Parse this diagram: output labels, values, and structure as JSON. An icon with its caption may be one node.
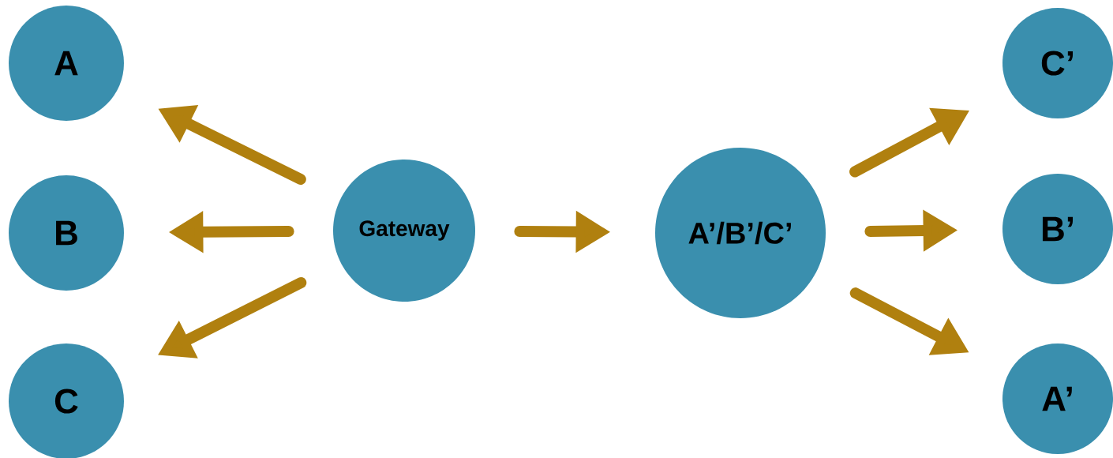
{
  "diagram": {
    "nodes": [
      {
        "text": [
          "A"
        ]
      },
      {
        "text": [
          "B"
        ]
      },
      {
        "text": [
          "C"
        ]
      },
      {
        "text": [
          "Gateway"
        ]
      },
      {
        "text": [
          "A’/B’/C’"
        ]
      },
      {
        "text": [
          "C’"
        ]
      },
      {
        "text": [
          "B’"
        ]
      },
      {
        "text": [
          "A’"
        ]
      }
    ],
    "edges": [
      {
        "from": 3,
        "to": 0,
        "arrow": "to"
      },
      {
        "from": 3,
        "to": 1,
        "arrow": "to"
      },
      {
        "from": 3,
        "to": 2,
        "arrow": "to"
      },
      {
        "from": 3,
        "to": 4,
        "arrow": "to"
      },
      {
        "from": 4,
        "to": 5,
        "arrow": "to"
      },
      {
        "from": 4,
        "to": 6,
        "arrow": "to"
      },
      {
        "from": 4,
        "to": 7,
        "arrow": "to"
      }
    ]
  }
}
